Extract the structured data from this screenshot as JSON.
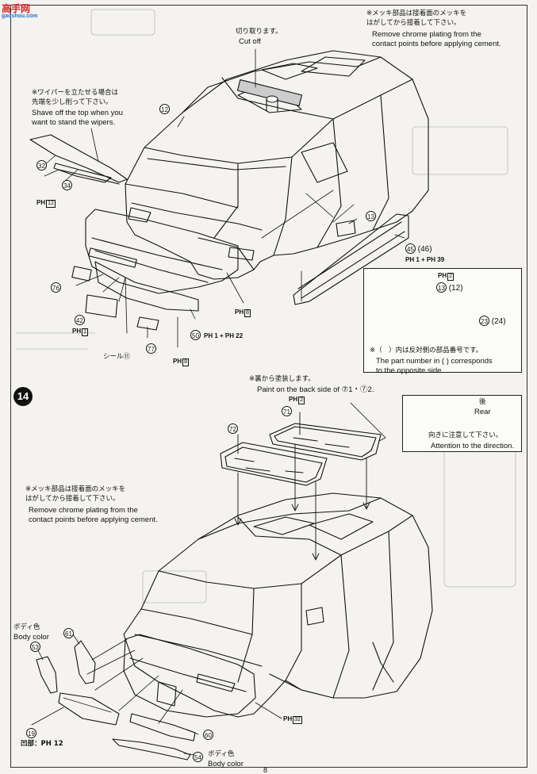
{
  "watermark": {
    "brand": "高手网",
    "sub": "gaoshou.com"
  },
  "step_number": "14",
  "top_right_note": {
    "jp": [
      "※メッキ部品は接着面のメッキを",
      "はがしてから接着して下さい。"
    ],
    "en": [
      "Remove chrome plating from the",
      "contact points before applying cement."
    ]
  },
  "cut_off": {
    "jp": "切り取ります。",
    "en": "Cut off"
  },
  "wiper_note": {
    "jp": [
      "※ワイパーを立たせる場合は",
      "先端を少し削って下さい。"
    ],
    "en": [
      "Shave off the top when you",
      "want to stand the wipers."
    ]
  },
  "parts_top": {
    "p12": "12",
    "p32": "32",
    "p34": "34",
    "p13": "13",
    "p45": "45",
    "p46": "(46)",
    "p76": "76",
    "p42": "42",
    "p77": "77",
    "p50": "50"
  },
  "ph_labels": {
    "ph12_a": {
      "prefix": "PH",
      "num": "12"
    },
    "ph45": {
      "text": "PH 1 + PH 39"
    },
    "ph8": {
      "prefix": "PH",
      "num": "8"
    },
    "ph1": {
      "prefix": "PH",
      "num": "1"
    },
    "ph50": {
      "text": "PH 1 + PH 22"
    },
    "ph8b": {
      "prefix": "PH",
      "num": "8"
    },
    "ph2_mirror": {
      "prefix": "PH",
      "num": "2"
    },
    "ph2_glass": {
      "prefix": "PH",
      "num": "2"
    },
    "ph32": {
      "prefix": "PH",
      "num": "32"
    },
    "ph12_b": "凹部：PH 12"
  },
  "seal_label": "シール⑪",
  "mirror_box": {
    "parts": [
      "13",
      "(12)",
      "23",
      "(24)"
    ],
    "jp": "※（　）内は反対側の部品番号です。",
    "en": [
      "The part number in  (  )  corresponds",
      "to the opposite side."
    ]
  },
  "paint_note": {
    "jp": "※裏から塗装します。",
    "en": "Paint on the back side of ⑦1・⑦2."
  },
  "glass_parts": [
    "71",
    "72"
  ],
  "direction_box": {
    "jp_top": "後",
    "en_top": "Rear",
    "jp": "向きに注意して下さい。",
    "en": "Attention to the direction."
  },
  "chrome_note_2": {
    "jp": [
      "※メッキ部品は接着面のメッキを",
      "はがしてから接着して下さい。"
    ],
    "en": [
      "Remove chrome plating from the",
      "contact points before applying cement."
    ]
  },
  "body_color_1": {
    "jp": "ボディ色",
    "en": "Body color"
  },
  "body_color_2": {
    "jp": "ボディ色",
    "en": "Body color"
  },
  "parts_bottom": {
    "p61": "61",
    "p53": "53",
    "p19": "19",
    "p60": "60",
    "p54": "54"
  },
  "page_number": "8"
}
